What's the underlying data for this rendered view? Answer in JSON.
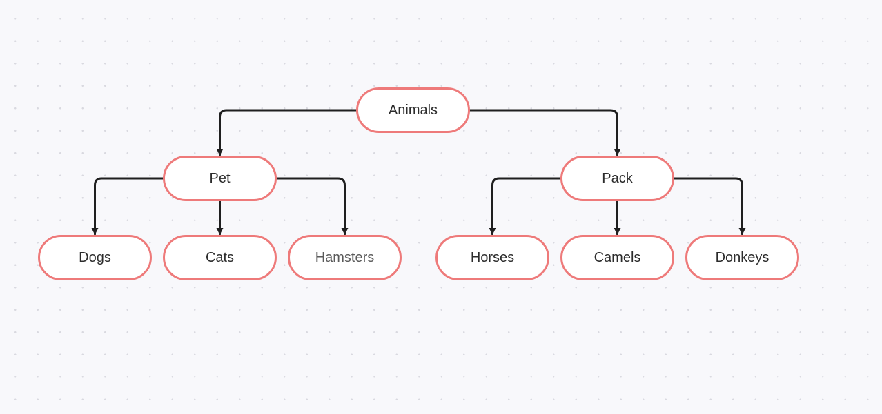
{
  "diagram": {
    "type": "tree",
    "colors": {
      "background": "#f8f8fb",
      "dot": "#d9d9e0",
      "node_border": "#ee7a7a",
      "node_fill": "#ffffff",
      "edge": "#1f1f1f"
    },
    "nodes": {
      "animals": {
        "label": "Animals"
      },
      "pet": {
        "label": "Pet"
      },
      "pack": {
        "label": "Pack"
      },
      "dogs": {
        "label": "Dogs"
      },
      "cats": {
        "label": "Cats"
      },
      "hamsters": {
        "label": "Hamsters"
      },
      "horses": {
        "label": "Horses"
      },
      "camels": {
        "label": "Camels"
      },
      "donkeys": {
        "label": "Donkeys"
      }
    },
    "edges": [
      {
        "from": "animals",
        "to": "pet"
      },
      {
        "from": "animals",
        "to": "pack"
      },
      {
        "from": "pet",
        "to": "dogs"
      },
      {
        "from": "pet",
        "to": "cats"
      },
      {
        "from": "pet",
        "to": "hamsters"
      },
      {
        "from": "pack",
        "to": "horses"
      },
      {
        "from": "pack",
        "to": "camels"
      },
      {
        "from": "pack",
        "to": "donkeys"
      }
    ]
  }
}
